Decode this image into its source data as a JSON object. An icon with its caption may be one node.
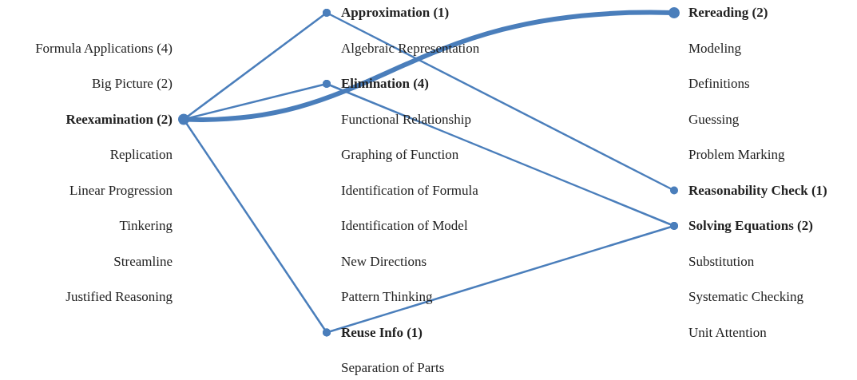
{
  "diagram": {
    "nodes": [
      {
        "text": [
          "Approximation (1)"
        ]
      },
      {
        "text": [
          "Rereading (2)"
        ]
      },
      {
        "text": [
          "Elimination (4)"
        ]
      },
      {
        "text": [
          "Reexamination (2)"
        ]
      },
      {
        "text": [
          "Reasonability Check (1)"
        ]
      },
      {
        "text": [
          "Solving Equations (2)"
        ]
      },
      {
        "text": [
          "Reuse Info (1)"
        ]
      }
    ],
    "edges": [
      {
        "from": 3,
        "to": 0,
        "arrow": "other"
      },
      {
        "from": 3,
        "to": 2,
        "arrow": "other"
      },
      {
        "from": 3,
        "to": 1,
        "arrow": "other",
        "style": "thick"
      },
      {
        "from": 3,
        "to": 6,
        "arrow": "other"
      },
      {
        "from": 0,
        "to": 4,
        "arrow": "other"
      },
      {
        "from": 2,
        "to": 5,
        "arrow": "other"
      },
      {
        "from": 6,
        "to": 5,
        "arrow": "other"
      }
    ],
    "labels": [
      "Formula Applications (4)",
      "Big Picture (2)",
      "Replication",
      "Linear Progression",
      "Tinkering",
      "Streamline",
      "Justified Reasoning",
      "Algebraic Representation",
      "Functional Relationship",
      "Graphing of Function",
      "Identification of Formula",
      "Identification of Model",
      "New Directions",
      "Pattern Thinking",
      "Separation of Parts",
      "Modeling",
      "Definitions",
      "Guessing",
      "Problem Marking",
      "Substitution",
      "Systematic Checking",
      "Unit Attention"
    ]
  }
}
